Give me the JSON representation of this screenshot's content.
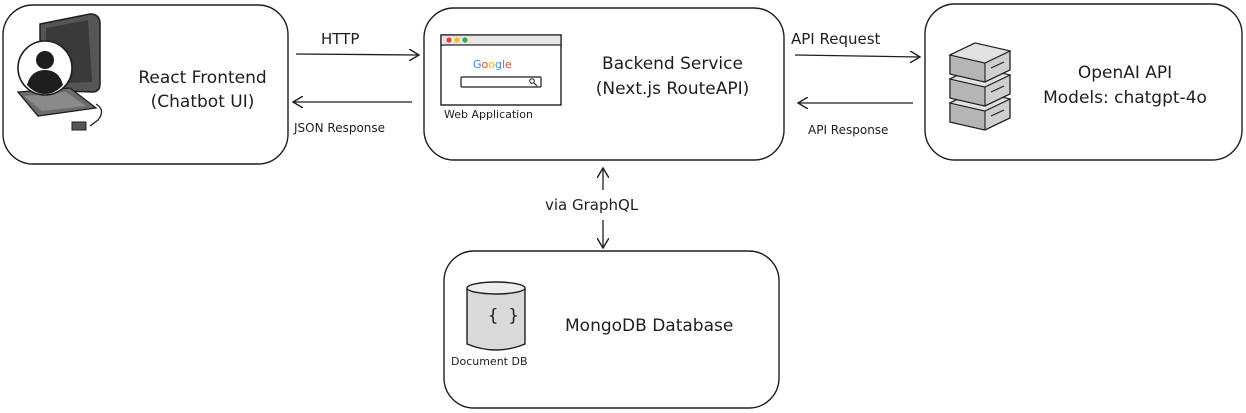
{
  "nodes": {
    "frontend": {
      "line1": "React Frontend",
      "line2": "(Chatbot UI)",
      "icon": "user-computer-icon"
    },
    "backend": {
      "line1": "Backend Service",
      "line2": "(Next.js RouteAPI)",
      "icon_caption": "Web Application",
      "search_logo": "Google"
    },
    "openai": {
      "line1": "OpenAI API",
      "line2": "Models: chatgpt-4o",
      "icon": "server-stack-icon"
    },
    "database": {
      "title": "MongoDB Database",
      "icon_caption": "Document DB",
      "icon_glyph": "{ }"
    }
  },
  "edges": {
    "http": "HTTP",
    "json_response": "JSON Response",
    "api_request": "API Request",
    "api_response": "API Response",
    "graphql": "via GraphQL"
  },
  "colors": {
    "stroke": "#1e1e1e",
    "server_fill": "#cfcfcf",
    "db_fill": "#d9d9d9",
    "google_blue": "#4285F4",
    "google_red": "#EA4335",
    "google_yellow": "#FBBC05",
    "google_green": "#34A853"
  }
}
